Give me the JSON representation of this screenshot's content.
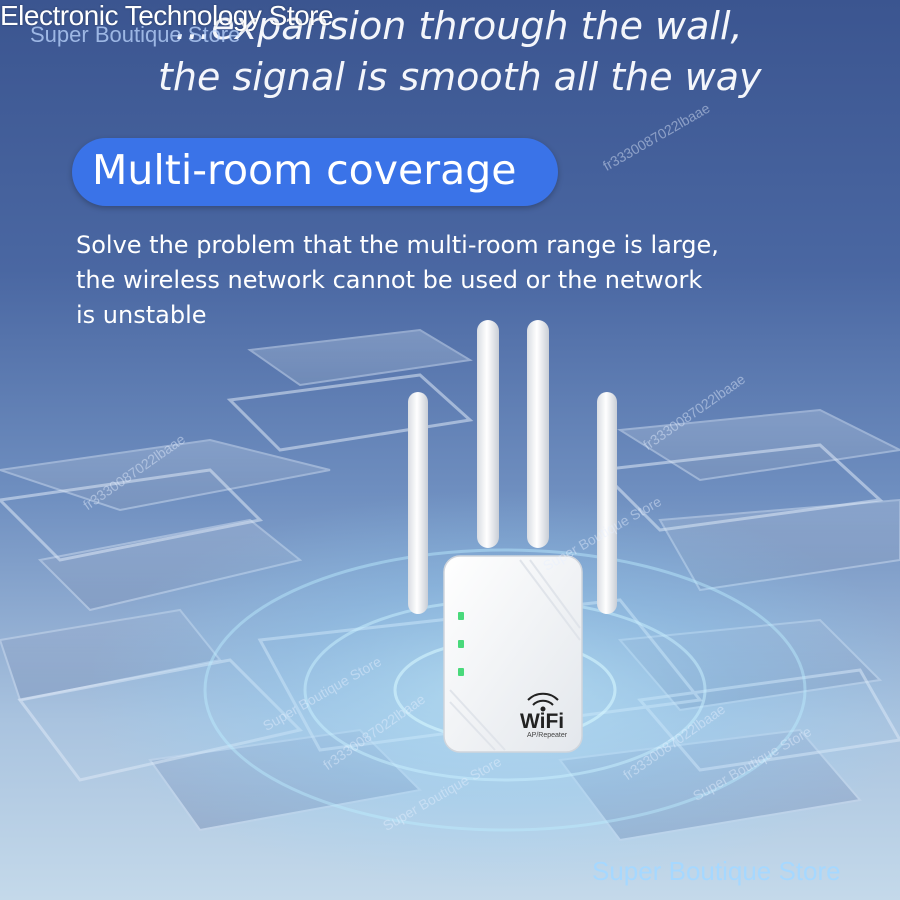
{
  "store": {
    "name": "Electronic Technology Store",
    "overlay_name": "Super Boutique Store",
    "bottom_name": "Super Boutique Store"
  },
  "headline": {
    "line1": "...expansion through the wall,",
    "line2": "the signal is smooth all the way"
  },
  "feature": {
    "title": "Multi-room coverage",
    "description_lines": [
      "Solve the problem that the multi-room range is large,",
      "the wireless network cannot be used or the network",
      "is unstable"
    ]
  },
  "device": {
    "brand_label": "WiFi",
    "sub_label": "AP/Repeater",
    "icon": "wifi-icon"
  },
  "watermarks": [
    "fr3330087022lbaae",
    "Super Boutique Store"
  ],
  "colors": {
    "accent_pill": "#3a73e8",
    "background_top": "#3b5590",
    "signal_glow": "#9fe0ff"
  }
}
